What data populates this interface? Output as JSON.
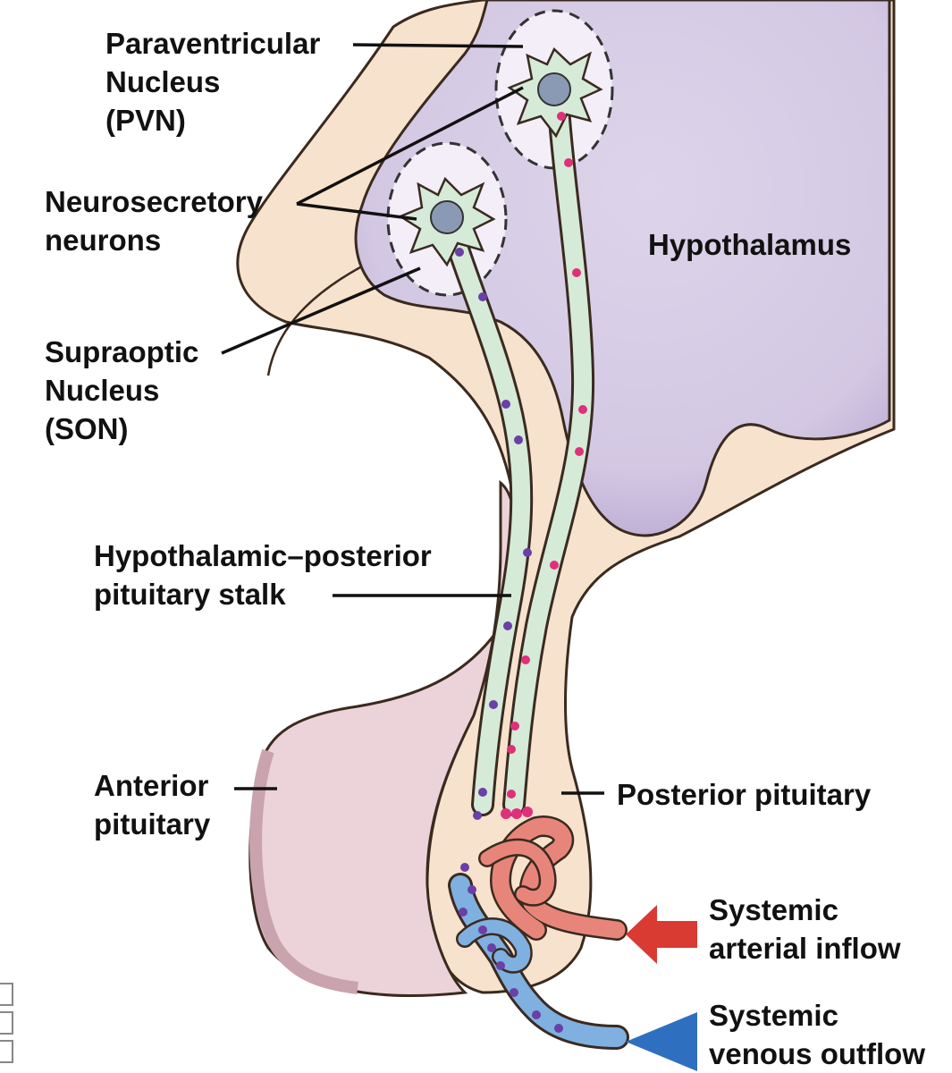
{
  "labels": {
    "pvn": [
      "Paraventricular",
      "Nucleus",
      "(PVN)"
    ],
    "neurosecretory": [
      "Neurosecretory",
      "neurons"
    ],
    "son": [
      "Supraoptic",
      "Nucleus",
      "(SON)"
    ],
    "hypothalamus": "Hypothalamus",
    "stalk": [
      "Hypothalamic–posterior",
      "pituitary stalk"
    ],
    "anterior": [
      "Anterior",
      "pituitary"
    ],
    "posterior": "Posterior pituitary",
    "arterial": [
      "Systemic",
      "arterial inflow"
    ],
    "venous": [
      "Systemic",
      "venous outflow"
    ]
  },
  "colors": {
    "hypothalamus": "#d8cfe6",
    "tissue": "#f6e2cc",
    "anterior_pituitary": "#ead2d8",
    "neuron": "#d6ead8",
    "artery": "#e8857a",
    "vein": "#7fb0e0",
    "arrow_red": "#d93a32",
    "arrow_blue": "#2f6fbf",
    "granule_purple": "#6a3fa6",
    "granule_pink": "#e0307a"
  }
}
